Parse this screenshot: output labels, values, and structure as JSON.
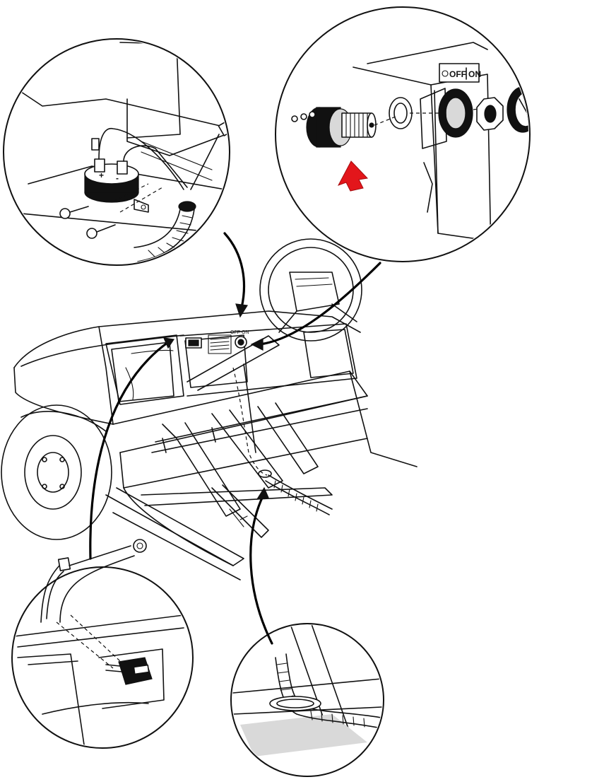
{
  "switch_panel": {
    "off_label": "OFF",
    "on_label": "ON"
  },
  "dash_panel": {
    "small_label": "OFF ON"
  },
  "colors": {
    "highlight_arrow": "#e3161b",
    "line": "#111111",
    "background": "#ffffff"
  },
  "icons": [
    "key-icon",
    "red-arrow-icon",
    "screw-icon",
    "solenoid-icon",
    "reverse-buzzer-icon"
  ]
}
